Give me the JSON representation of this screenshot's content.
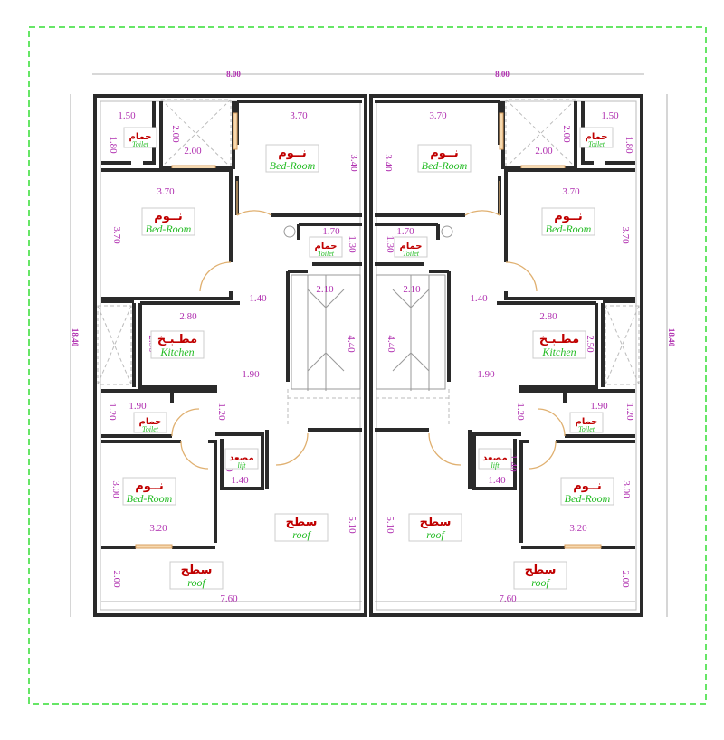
{
  "plan": {
    "overall_width": "8.00",
    "overall_height": "18.40",
    "dimensions": [
      "1.50",
      "1.80",
      "2.00",
      "2.00",
      "3.70",
      "3.40",
      "3.70",
      "3.70",
      "1.70",
      "1.30",
      "1.40",
      "2.10",
      "2.80",
      "2.50",
      "4.40",
      "1.90",
      "1.90",
      "1.20",
      "1.20",
      "1.40",
      "1.40",
      "3.00",
      "3.20",
      "5.10",
      "2.00",
      "7.60"
    ]
  },
  "rooms": {
    "bedroom": {
      "ar": "نــوم",
      "en": "Bed-Room"
    },
    "toilet": {
      "ar": "حمام",
      "en": "Toilet"
    },
    "kitchen": {
      "ar": "مطـبـخ",
      "en": "Kitchen"
    },
    "lift": {
      "ar": "مصعد",
      "en": "lift"
    },
    "roof": {
      "ar": "سطح",
      "en": "roof"
    }
  },
  "colors": {
    "frame_border": "#33dd33",
    "walls": "#2a2a2a",
    "dimension_text": "#b030b0",
    "arabic_label": "#c00000",
    "english_label": "#22bb22"
  }
}
